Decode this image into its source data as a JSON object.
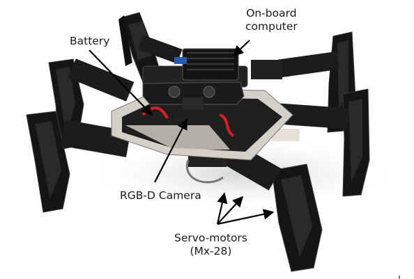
{
  "figure": {
    "labels": {
      "onboard_computer": [
        "On-board",
        "computer"
      ],
      "battery": "Battery",
      "rgbd_camera": "RGB-D Camera",
      "servo_motors": [
        "Servo-motors",
        "(Mx-28)"
      ]
    },
    "colors": {
      "frame": "#151515",
      "frame_edge": "#3a3a3a",
      "plate": "#d4d0c8",
      "wire": "#d42020",
      "arrow": "#000000"
    }
  }
}
